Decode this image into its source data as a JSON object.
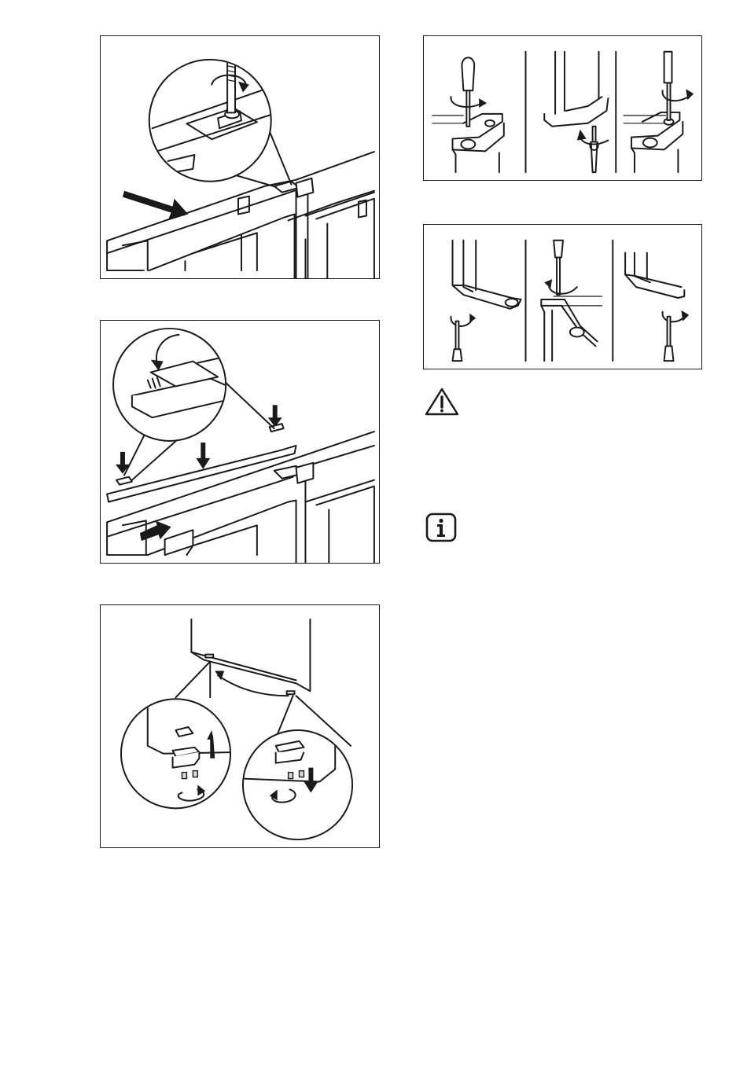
{
  "page": {
    "figures": [
      {
        "name": "figure-top-hinge-screw",
        "icon": "screwdriver-rotate-icon"
      },
      {
        "name": "figure-cover-strip-clips",
        "icon": "cover-clip-icon"
      },
      {
        "name": "figure-door-bottom-hinge",
        "icon": "door-rotate-icon"
      },
      {
        "name": "figure-hinge-adjust-top",
        "icon": "hinge-adjust-icon"
      },
      {
        "name": "figure-hinge-adjust-bottom",
        "icon": "hinge-adjust-icon"
      }
    ],
    "symbols": {
      "warning": "warning-triangle-icon",
      "info": "info-icon"
    },
    "colors": {
      "line": "#1a1a1a",
      "paper": "#ffffff"
    }
  }
}
